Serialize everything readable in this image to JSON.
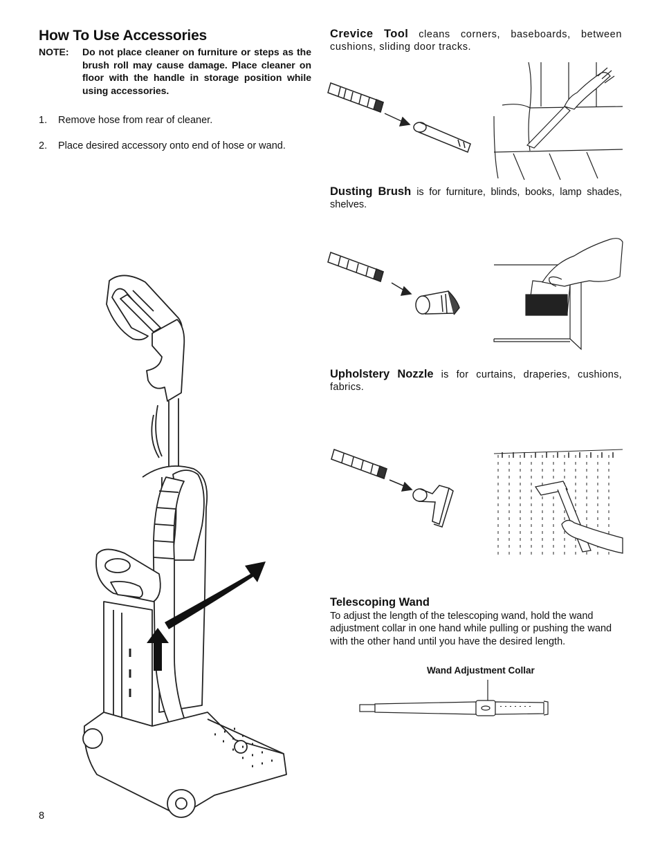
{
  "title": "How To Use Accessories",
  "note": {
    "label": "NOTE:",
    "text": "Do not place cleaner on furniture or steps as the brush roll may cause damage. Place cleaner on floor with the handle in storage position while using accessories."
  },
  "steps": [
    {
      "num": "1.",
      "text": "Remove hose from rear of cleaner."
    },
    {
      "num": "2.",
      "text": "Place desired accessory onto end of hose or wand."
    }
  ],
  "sections": {
    "crevice": {
      "heading": "Crevice Tool",
      "text": "cleans corners, baseboards, between cushions, sliding door tracks."
    },
    "dusting": {
      "heading": "Dusting Brush",
      "text": "is for furniture, blinds, books, lamp shades, shelves."
    },
    "upholstery": {
      "heading": "Upholstery Nozzle",
      "text": "is for curtains, draperies, cushions, fabrics."
    },
    "wand": {
      "heading": "Telescoping Wand",
      "text": "To adjust the length of  the telescoping wand, hold the wand adjustment collar in one hand while pulling or pushing the wand with the other hand until you have the desired length."
    }
  },
  "wand_callout": "Wand Adjustment Collar",
  "page_number": "8"
}
